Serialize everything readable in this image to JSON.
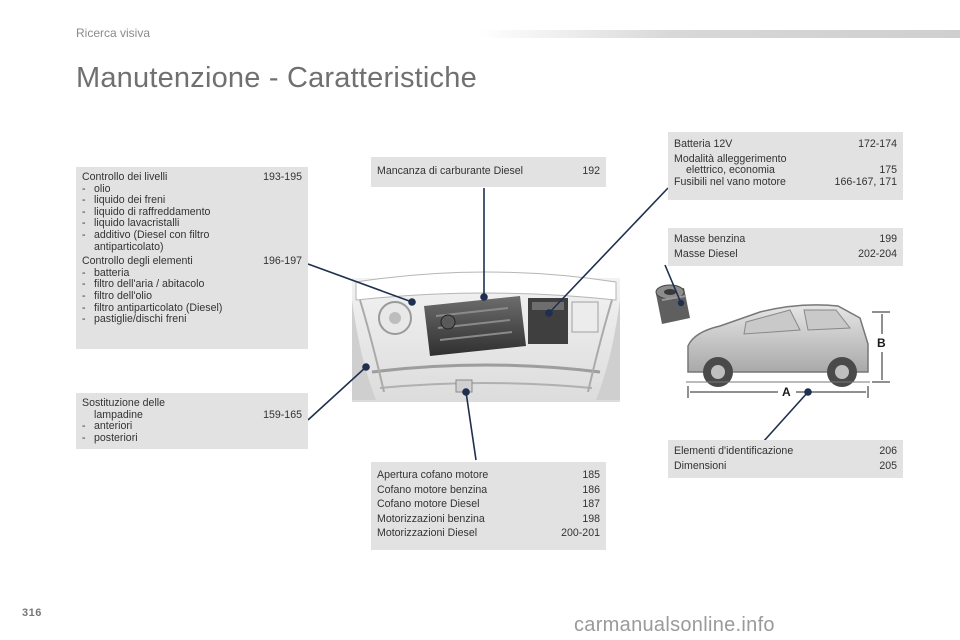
{
  "header": {
    "section": "Ricerca visiva",
    "title": "Manutenzione - Caratteristiche"
  },
  "box_levels": {
    "title": "Controllo dei livelli",
    "title_pages": "193-195",
    "items": [
      "olio",
      "liquido dei freni",
      "liquido di raffreddamento",
      "liquido lavacristalli",
      "additivo (Diesel con filtro"
    ],
    "items_cont": "antiparticolato)",
    "title2": "Controllo degli elementi",
    "title2_pages": "196-197",
    "items2": [
      "batteria",
      "filtro dell'aria / abitacolo",
      "filtro dell'olio",
      "filtro antiparticolato (Diesel)",
      "pastiglie/dischi freni"
    ]
  },
  "box_bulbs": {
    "title": "Sostituzione delle",
    "title_cont": "lampadine",
    "pages": "159-165",
    "items": [
      "anteriori",
      "posteriori"
    ]
  },
  "box_fuel": {
    "label": "Mancanza di carburante Diesel",
    "pages": "192"
  },
  "box_battery": {
    "battery_label": "Batteria 12V",
    "battery_pages": "172-174",
    "mode_label": "Modalità alleggerimento",
    "mode_cont": "elettrico, economia",
    "mode_pages": "175",
    "fuses_label": "Fusibili nel vano motore",
    "fuses_pages": "166-167, 171"
  },
  "box_mass": {
    "petrol_label": "Masse benzina",
    "petrol_pages": "199",
    "diesel_label": "Masse Diesel",
    "diesel_pages": "202-204"
  },
  "box_bonnet": {
    "rows": [
      {
        "label": "Apertura cofano motore",
        "pages": "185"
      },
      {
        "label": "Cofano motore benzina",
        "pages": "186"
      },
      {
        "label": "Cofano motore Diesel",
        "pages": "187"
      },
      {
        "label": "Motorizzazioni benzina",
        "pages": "198"
      },
      {
        "label": "Motorizzazioni Diesel",
        "pages": "200-201"
      }
    ]
  },
  "box_ident": {
    "ident_label": "Elementi d'identificazione",
    "ident_pages": "206",
    "dim_label": "Dimensioni",
    "dim_pages": "205"
  },
  "car_dims": {
    "length": "A",
    "height": "B"
  },
  "footer": {
    "page_number": "316",
    "watermark": "carmanualsonline.info"
  },
  "colors": {
    "box": "#e2e2e2",
    "leader": "#1f2f4f",
    "title": "#707070"
  }
}
